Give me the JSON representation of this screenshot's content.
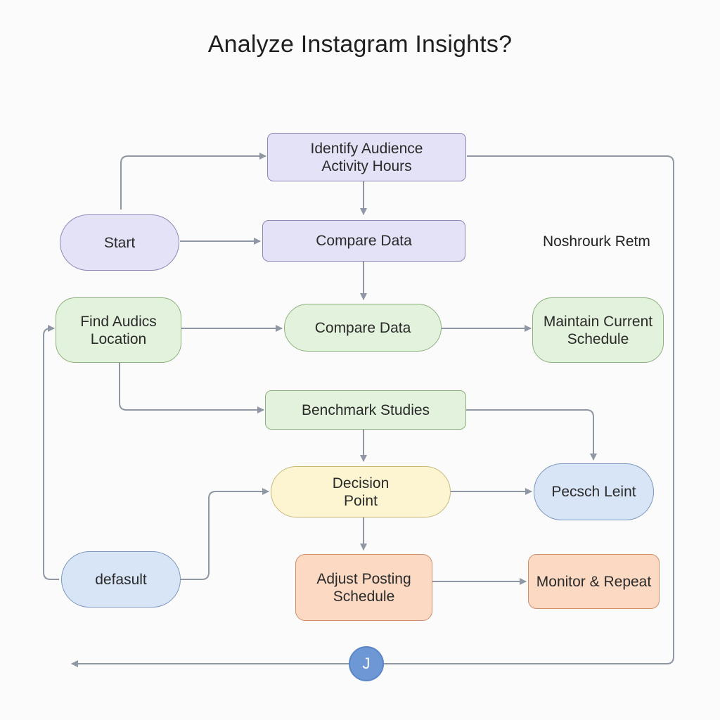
{
  "title": "Analyze Instagram Insights?",
  "colors": {
    "edge": "#8e97a3",
    "purple": "#e4e2f6",
    "green": "#e3f2dc",
    "yellow": "#fdf5d2",
    "blue": "#d8e5f7",
    "orange": "#fbd9c3",
    "circle": "#6e97d6"
  },
  "nodes": {
    "identify": "Identify Audience\nActivity Hours",
    "start": "Start",
    "compare_top": "Compare Data",
    "find": "Find Audics\nLocation",
    "compare_mid": "Compare Data",
    "maintain": "Maintain Current\nSchedule",
    "benchmark": "Benchmark Studies",
    "decision": "Decision\nPoint",
    "pecsch": "Pecsch Leint",
    "defasult": "defasult",
    "adjust": "Adjust Posting\nSchedule",
    "monitor": "Monitor & Repeat",
    "circle": "J"
  },
  "labels": {
    "noshrourk": "Noshrourk Retm"
  }
}
